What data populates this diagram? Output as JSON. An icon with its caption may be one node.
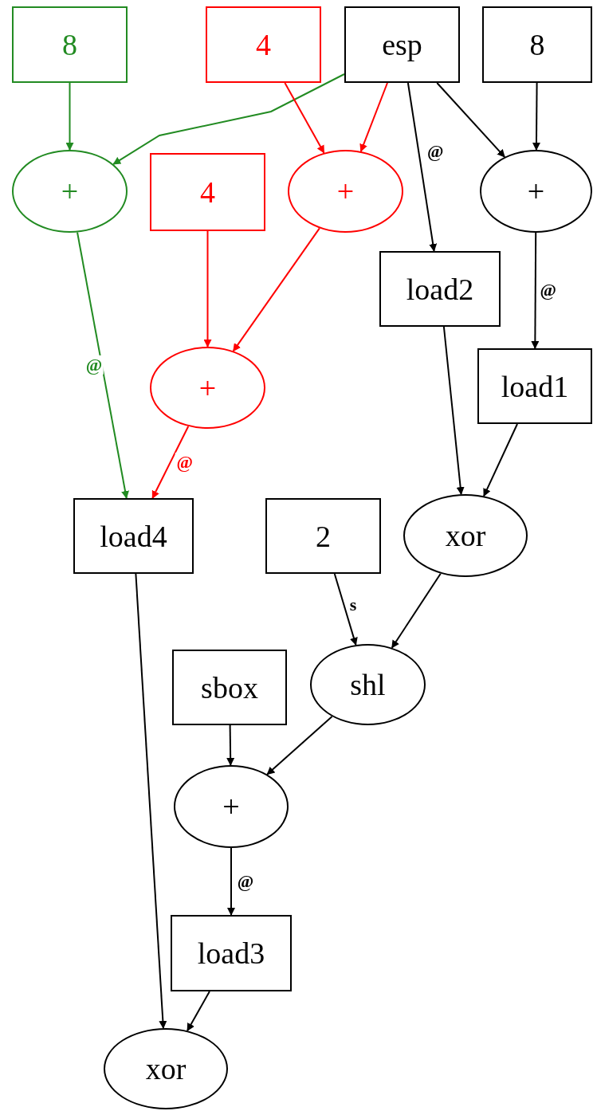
{
  "diagram": {
    "nodes": [
      {
        "text": [
          "8"
        ]
      },
      {
        "text": [
          "4"
        ]
      },
      {
        "text": [
          "esp"
        ]
      },
      {
        "text": [
          "8"
        ]
      },
      {
        "text": [
          "+"
        ]
      },
      {
        "text": [
          "4"
        ]
      },
      {
        "text": [
          "+"
        ]
      },
      {
        "text": [
          "+"
        ]
      },
      {
        "text": [
          "load2"
        ]
      },
      {
        "text": [
          "+"
        ]
      },
      {
        "text": [
          "load1"
        ]
      },
      {
        "text": [
          "load4"
        ]
      },
      {
        "text": [
          "2"
        ]
      },
      {
        "text": [
          "xor"
        ]
      },
      {
        "text": [
          "sbox"
        ]
      },
      {
        "text": [
          "shl"
        ]
      },
      {
        "text": [
          "+"
        ]
      },
      {
        "text": [
          "load3"
        ]
      },
      {
        "text": [
          "xor"
        ]
      }
    ],
    "edges": [
      {
        "from": 0,
        "to": 4,
        "arrow": "to",
        "color": "#228b22"
      },
      {
        "from": 2,
        "to": 4,
        "arrow": "to",
        "color": "#228b22"
      },
      {
        "from": 1,
        "to": 6,
        "arrow": "to",
        "color": "#ff0000"
      },
      {
        "from": 2,
        "to": 6,
        "arrow": "to",
        "color": "#ff0000"
      },
      {
        "from": 2,
        "to": 8,
        "arrow": "to",
        "label": "@"
      },
      {
        "from": 2,
        "to": 7,
        "arrow": "to"
      },
      {
        "from": 3,
        "to": 7,
        "arrow": "to"
      },
      {
        "from": 4,
        "to": 11,
        "arrow": "to",
        "label": "@",
        "color": "#228b22"
      },
      {
        "from": 5,
        "to": 9,
        "arrow": "to",
        "color": "#ff0000"
      },
      {
        "from": 6,
        "to": 9,
        "arrow": "to",
        "color": "#ff0000"
      },
      {
        "from": 9,
        "to": 11,
        "arrow": "to",
        "label": "@",
        "color": "#ff0000"
      },
      {
        "from": 7,
        "to": 10,
        "arrow": "to",
        "label": "@"
      },
      {
        "from": 8,
        "to": 13,
        "arrow": "to"
      },
      {
        "from": 10,
        "to": 13,
        "arrow": "to"
      },
      {
        "from": 12,
        "to": 15,
        "arrow": "to",
        "label": "s"
      },
      {
        "from": 13,
        "to": 15,
        "arrow": "to"
      },
      {
        "from": 14,
        "to": 16,
        "arrow": "to"
      },
      {
        "from": 15,
        "to": 16,
        "arrow": "to"
      },
      {
        "from": 16,
        "to": 17,
        "arrow": "to",
        "label": "@"
      },
      {
        "from": 11,
        "to": 18,
        "arrow": "to"
      },
      {
        "from": 17,
        "to": 18,
        "arrow": "to"
      }
    ]
  }
}
